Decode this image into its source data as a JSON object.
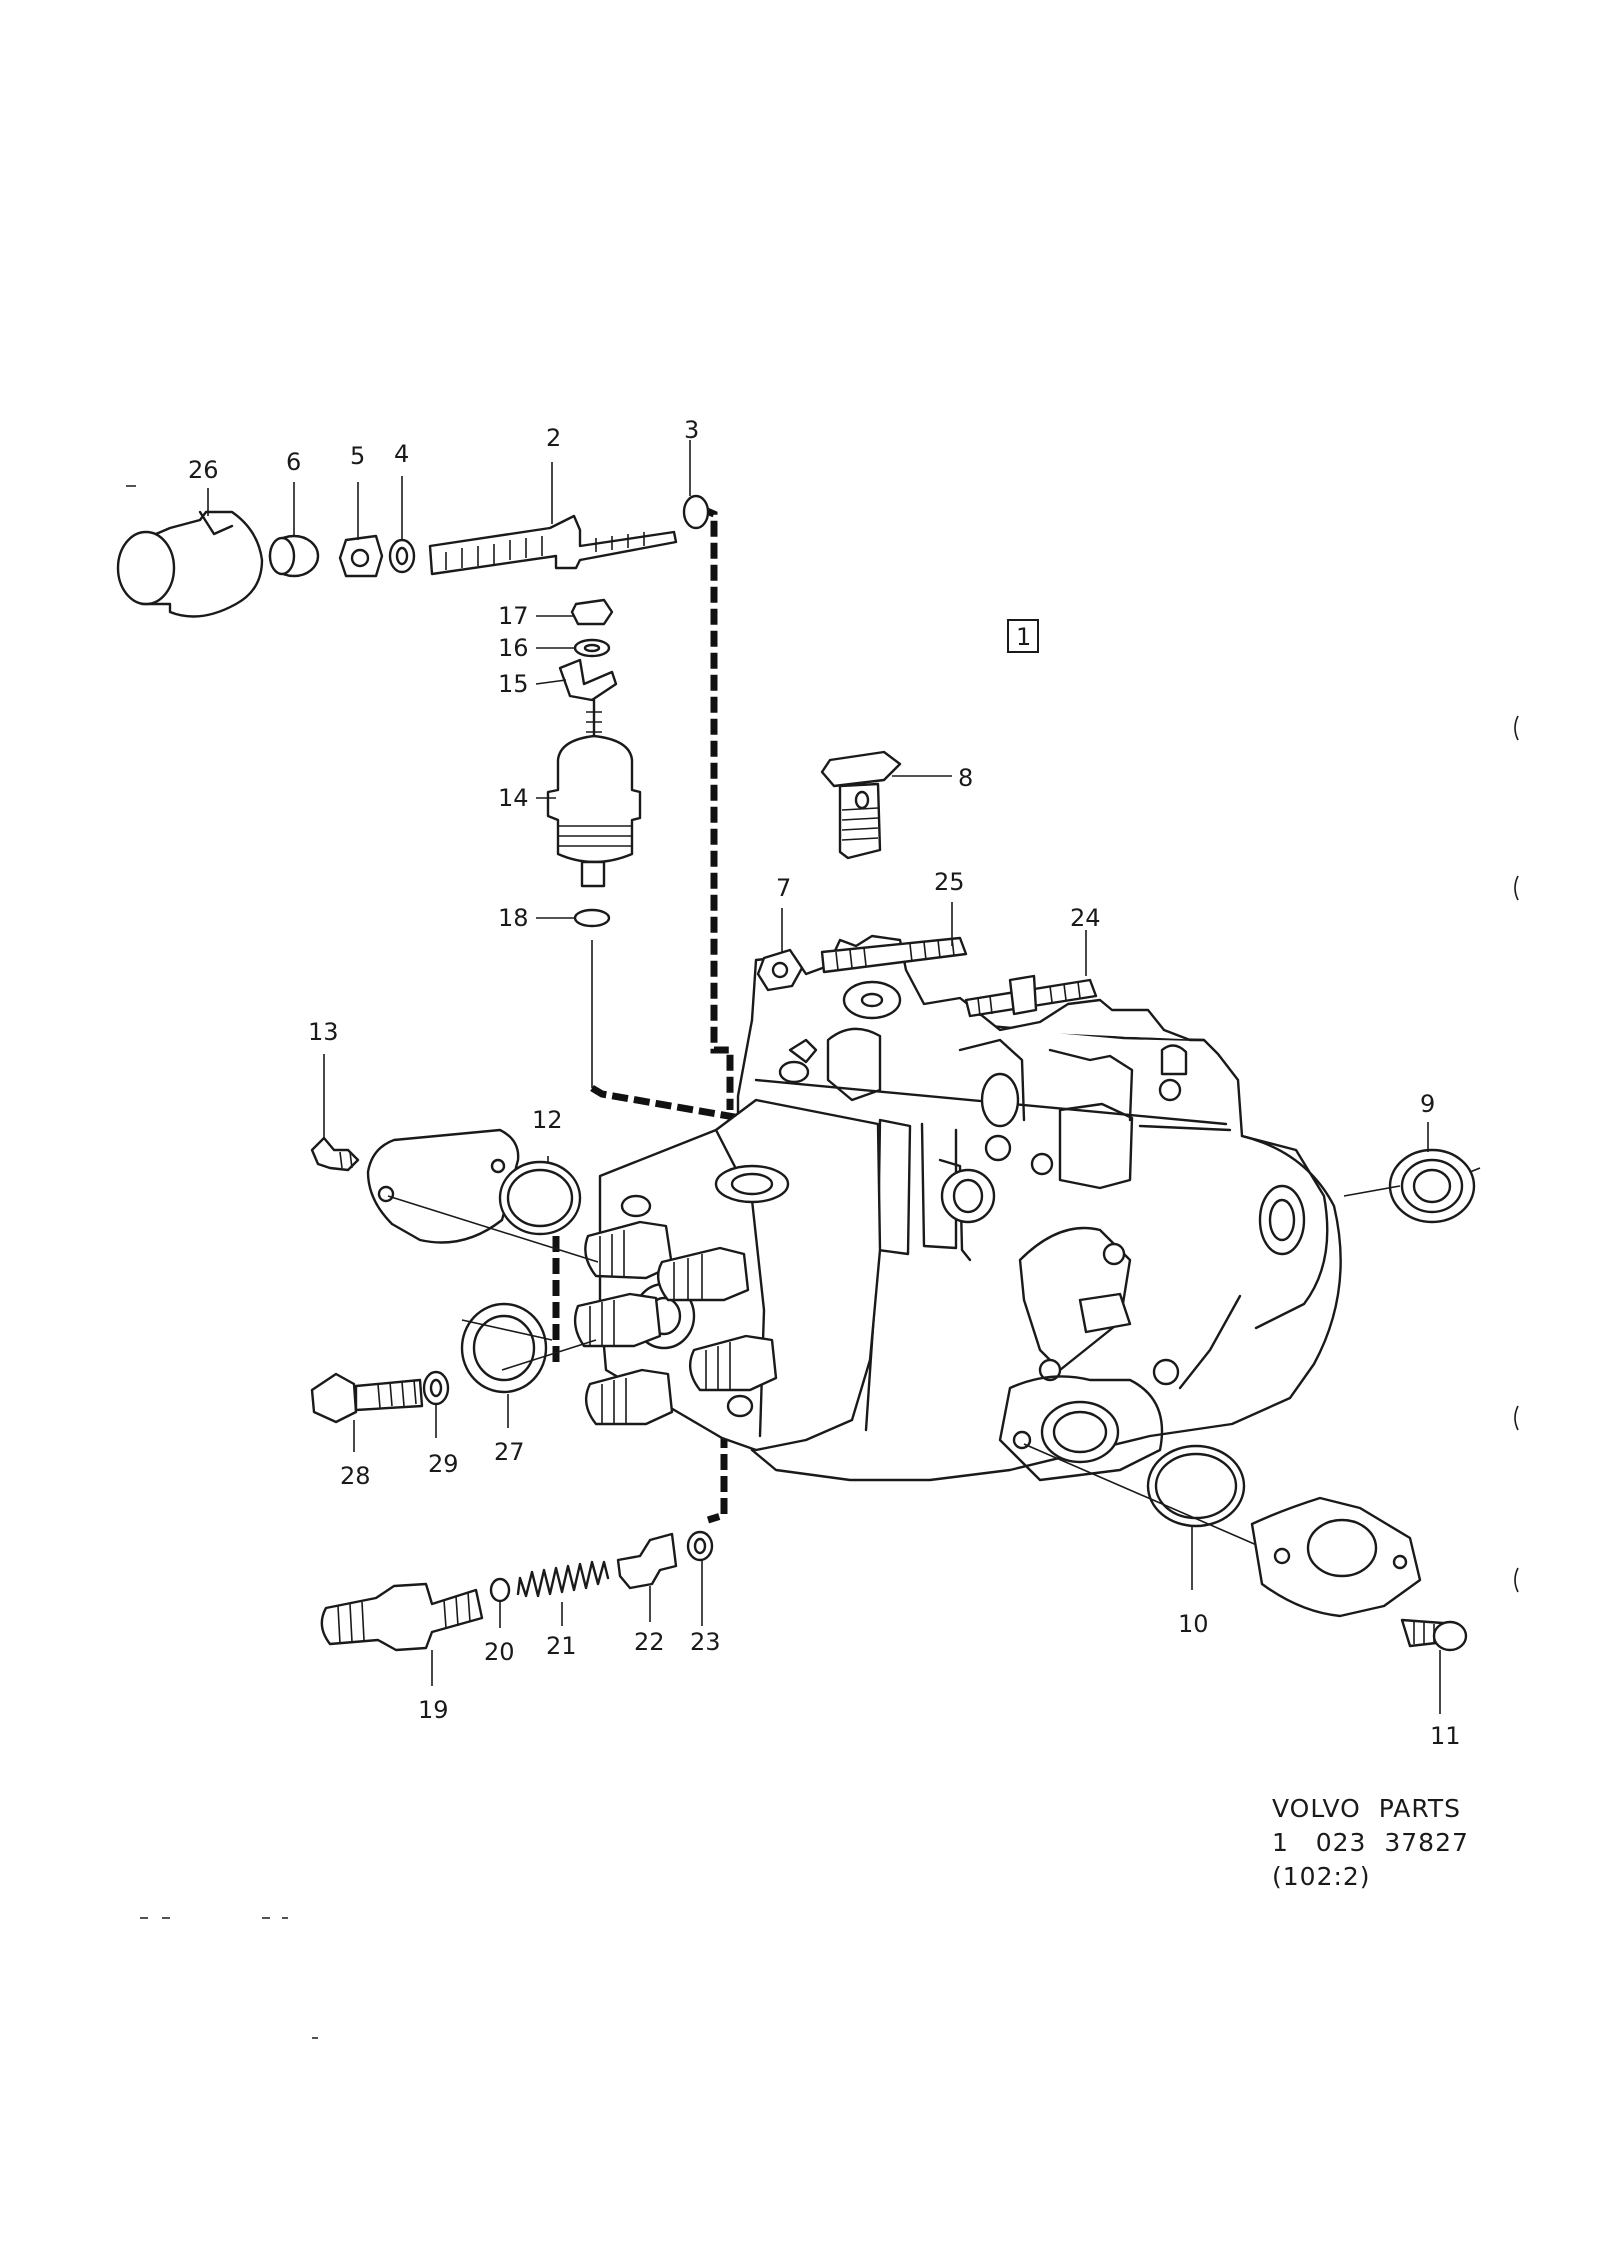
{
  "group_box": "1",
  "callouts": {
    "c2": "2",
    "c3": "3",
    "c4": "4",
    "c5": "5",
    "c6": "6",
    "c7": "7",
    "c8": "8",
    "c9": "9",
    "c10": "10",
    "c11": "11",
    "c12": "12",
    "c13": "13",
    "c14": "14",
    "c15": "15",
    "c16": "16",
    "c17": "17",
    "c18": "18",
    "c19": "19",
    "c20": "20",
    "c21": "21",
    "c22": "22",
    "c23": "23",
    "c24": "24",
    "c25": "25",
    "c26": "26",
    "c27": "27",
    "c28": "28",
    "c29": "29"
  },
  "footer": {
    "line1": "VOLVO  PARTS",
    "line2": "1   023  37827",
    "line3": "(102:2)"
  }
}
